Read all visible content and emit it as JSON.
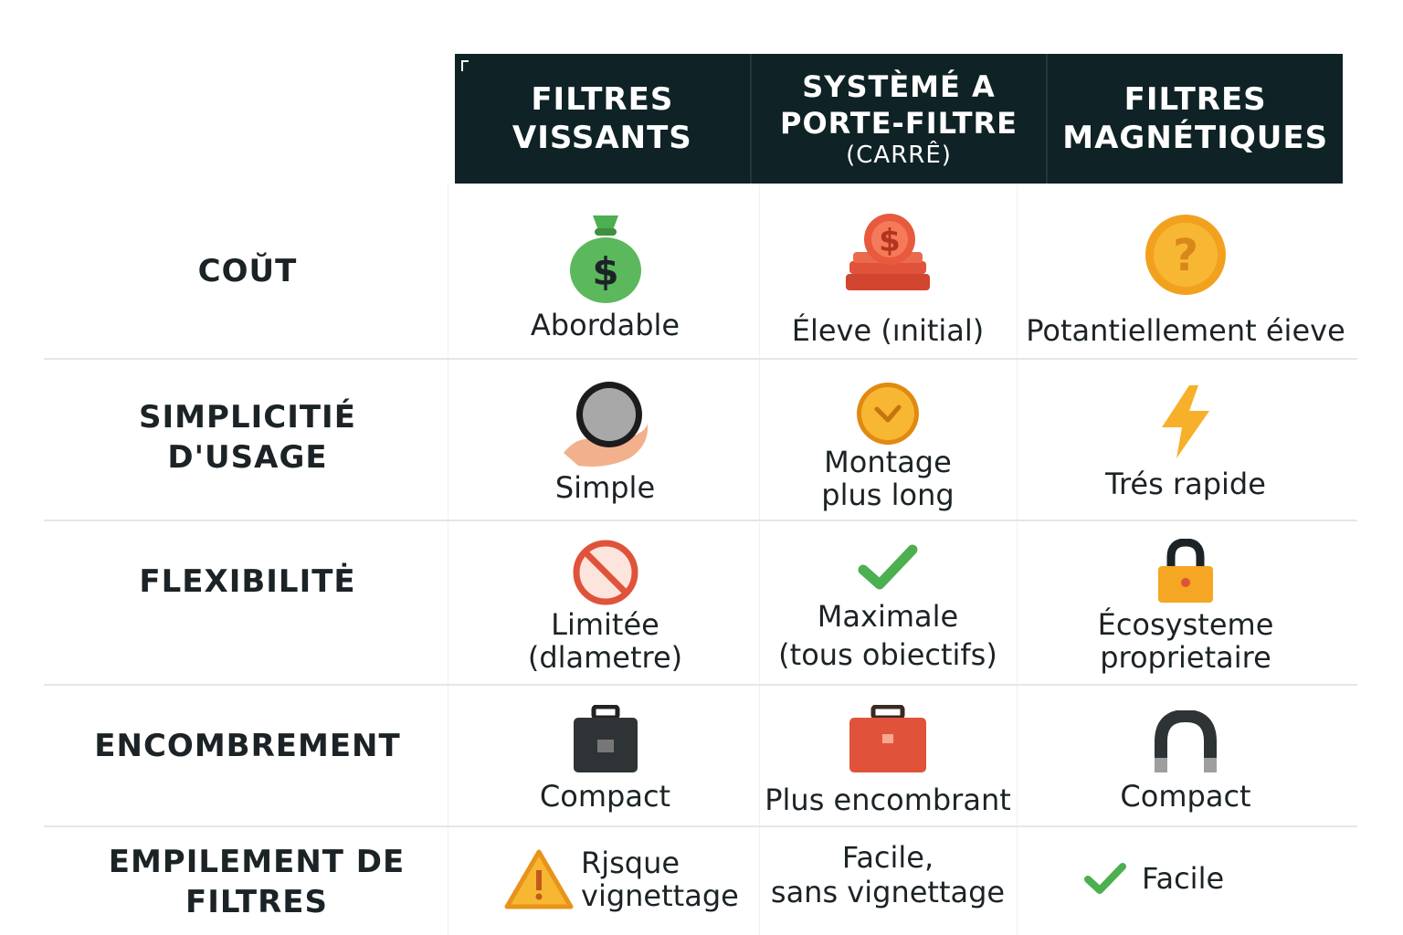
{
  "columns": [
    {
      "line1": "FILTRES",
      "line2": "VISSANTS",
      "line3": ""
    },
    {
      "line1": "SYSTÈMÉ A",
      "line2": "PORTE-FILTRE",
      "line3": "(CARRÊ)"
    },
    {
      "line1": "FILTRES",
      "line2": "MAGNÉTIQUES",
      "line3": ""
    }
  ],
  "rows": [
    {
      "label_line1": "COŬT",
      "label_line2": "",
      "cells": [
        {
          "icon": "money-bag-icon",
          "line1": "Abordable",
          "line2": ""
        },
        {
          "icon": "coin-stack-icon",
          "line1": "Éleve (ınitial)",
          "line2": ""
        },
        {
          "icon": "question-coin-icon",
          "line1": "Potantiellement éieve",
          "line2": ""
        }
      ]
    },
    {
      "label_line1": "SIMPLICITIÉ",
      "label_line2": "D'USAGE",
      "cells": [
        {
          "icon": "hand-filter-icon",
          "line1": "Simple",
          "line2": ""
        },
        {
          "icon": "clock-icon",
          "line1": "Montage",
          "line2": "plus long"
        },
        {
          "icon": "lightning-icon",
          "line1": "Trés rapide",
          "line2": ""
        }
      ]
    },
    {
      "label_line1": "FLEXIBILITĖ",
      "label_line2": "",
      "cells": [
        {
          "icon": "prohibited-icon",
          "line1": "Limitée",
          "line2": "(dlametre)"
        },
        {
          "icon": "checkmark-icon",
          "line1": "Maximale",
          "line2": "(tous obiectifs)"
        },
        {
          "icon": "padlock-icon",
          "line1": "Écosysteme",
          "line2": "proprietaire"
        }
      ]
    },
    {
      "label_line1": "ENCOMBREMENT",
      "label_line2": "",
      "cells": [
        {
          "icon": "briefcase-dark-icon",
          "line1": "Compact",
          "line2": ""
        },
        {
          "icon": "briefcase-red-icon",
          "line1": "Plus encombrant",
          "line2": ""
        },
        {
          "icon": "magnet-icon",
          "line1": "Compact",
          "line2": ""
        }
      ]
    },
    {
      "label_line1": "EMPILEMENT DE",
      "label_line2": "FILTRES",
      "cells": [
        {
          "icon": "warning-icon",
          "line1": "Rjsque",
          "line2": "vignettage"
        },
        {
          "icon": "",
          "line1": "Facile,",
          "line2": "sans vignettage"
        },
        {
          "icon": "checkmark-icon",
          "line1": "Facile",
          "line2": ""
        }
      ]
    }
  ],
  "colors": {
    "header_bg": "#0f2226",
    "green": "#4caf50",
    "orange": "#f5a623",
    "red": "#e0533a",
    "dark": "#2e3436"
  }
}
